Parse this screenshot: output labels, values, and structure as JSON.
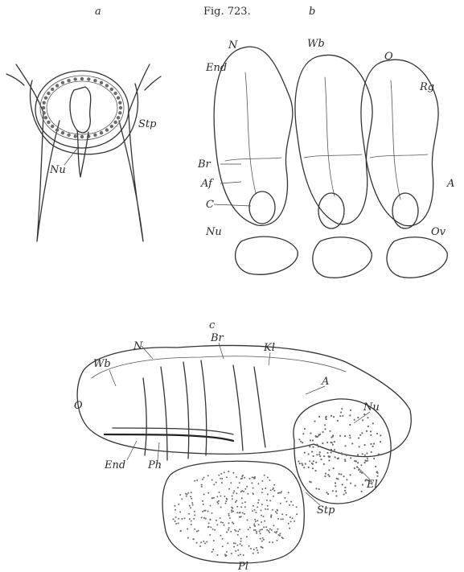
{
  "figure": {
    "title": "Fig. 723.",
    "panel_a": "a",
    "panel_b": "b",
    "panel_c": "c"
  },
  "labels_a": {
    "stp": "Stp",
    "nu": "Nu"
  },
  "labels_b": {
    "n": "N",
    "wb": "Wb",
    "o": "O",
    "end": "End",
    "rg": "Rg",
    "br": "Br",
    "af": "Af",
    "c": "C",
    "a": "A",
    "nu": "Nu",
    "ov": "Ov"
  },
  "labels_c": {
    "n": "N",
    "br": "Br",
    "kl": "Kl",
    "wb": "Wb",
    "a": "A",
    "o": "O",
    "nu": "Nu",
    "end": "End",
    "ph": "Ph",
    "el": "El",
    "stp": "Stp",
    "pl": "Pl"
  }
}
